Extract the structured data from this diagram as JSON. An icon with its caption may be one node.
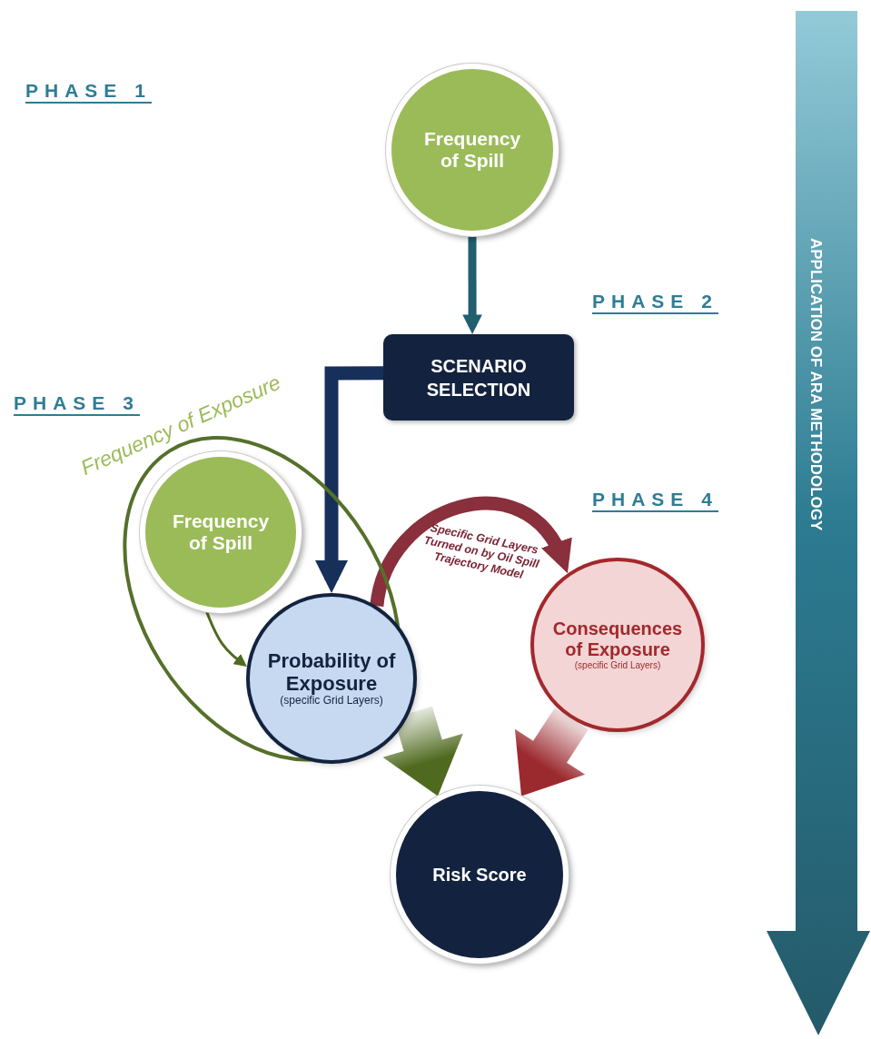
{
  "diagram": {
    "nodes": [
      {
        "text": [
          "Frequency of Spill"
        ]
      },
      {
        "text": [
          "SCENARIO SELECTION"
        ]
      },
      {
        "text": [
          "Frequency of Exposure"
        ]
      },
      {
        "text": [
          "Frequency of Spill"
        ],
        "in": 2
      },
      {
        "text": [
          "Probability of Exposure",
          "(specific Grid Layers)"
        ]
      },
      {
        "text": [
          "Consequences of Exposure",
          "(specific Grid Layers)"
        ]
      },
      {
        "text": [
          "Risk Score"
        ]
      },
      {
        "text": [
          "APPLICATION OF ARA METHODOLOGY"
        ]
      }
    ],
    "edges": [
      {
        "from": 0,
        "to": 1,
        "arrow": "to",
        "color": "#1f5f6e"
      },
      {
        "from": 1,
        "to": 4,
        "arrow": "to"
      },
      {
        "from": 3,
        "to": 4,
        "arrow": "to",
        "color": "#4f6a1f"
      },
      {
        "from": 4,
        "to": 5,
        "arrow": "to",
        "label": "Specific Grid Layers Turned on by Oil Spill Trajectory Model",
        "color": "#8a2f3c"
      },
      {
        "from": 2,
        "to": 6,
        "arrow": "to",
        "style": "thick",
        "color": "#4f6a1f"
      },
      {
        "from": 5,
        "to": 6,
        "arrow": "to",
        "style": "thick",
        "color": "#9b2a2f"
      }
    ],
    "labels": [
      "PHASE 1",
      "PHASE 2",
      "PHASE 3",
      "PHASE 4"
    ]
  }
}
